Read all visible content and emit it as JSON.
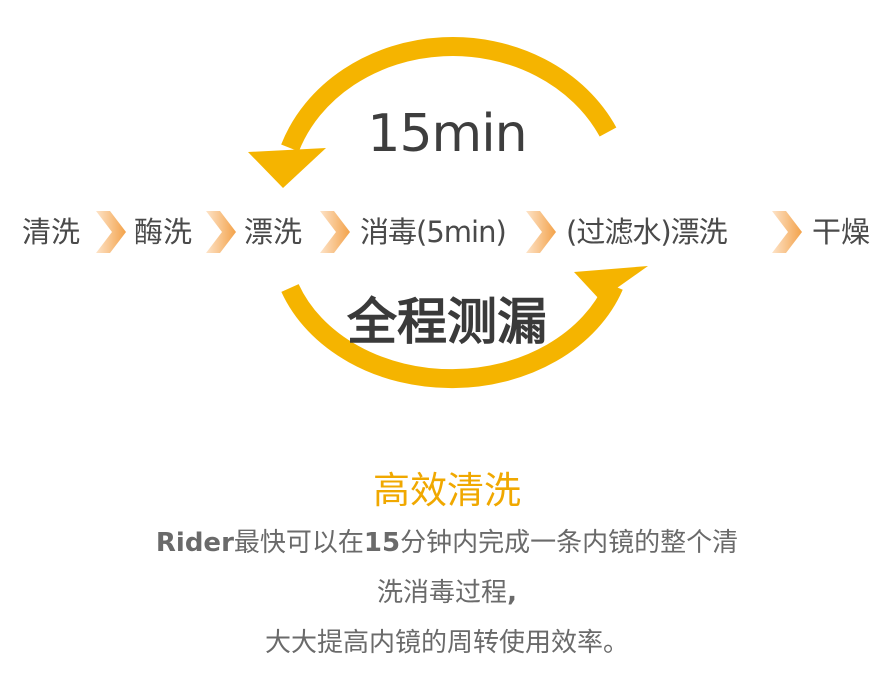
{
  "cycle": {
    "time_label": "15min",
    "leak_label": "全程测漏",
    "arrow_color": "#f5b400",
    "chevron_color": "#f3a24a"
  },
  "steps": [
    "清洗",
    "酶洗",
    "漂洗",
    "消毒(5min)",
    "(过滤水)漂洗",
    "干燥"
  ],
  "headline": "高效清洗",
  "description": {
    "line1_brand": "Rider",
    "line1_a": "最快可以在",
    "line1_num": "15",
    "line1_b": "分钟内完成一条内镜的整个清",
    "line2": "洗消毒过程",
    "line2_punct": ",",
    "line3": "大大提高内镜的周转使用效率。"
  }
}
